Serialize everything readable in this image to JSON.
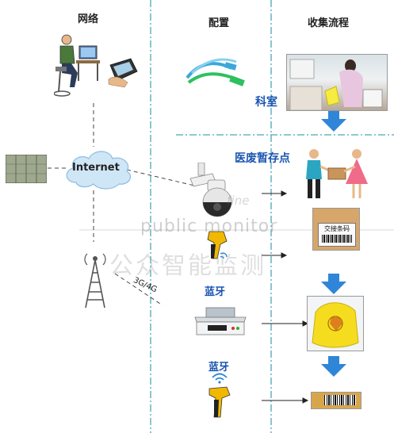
{
  "columns": {
    "network": "网络",
    "config": "配置",
    "process": "收集流程"
  },
  "network": {
    "internet": "Internet",
    "mobile": "3G/4G"
  },
  "process": {
    "department": "科室",
    "temp_point": "医废暂存点",
    "barcode_text": "交接条码"
  },
  "config": {
    "bluetooth_1": "蓝牙",
    "bluetooth_2": "蓝牙"
  },
  "watermark": {
    "line1": "public monitor",
    "line2": "公众智能监测",
    "small": "fine"
  },
  "colors": {
    "divider": "#4aa8b8",
    "arrow": "#2f86d8",
    "cloud": "#cfe6f7",
    "label_blue": "#1a55b0"
  }
}
